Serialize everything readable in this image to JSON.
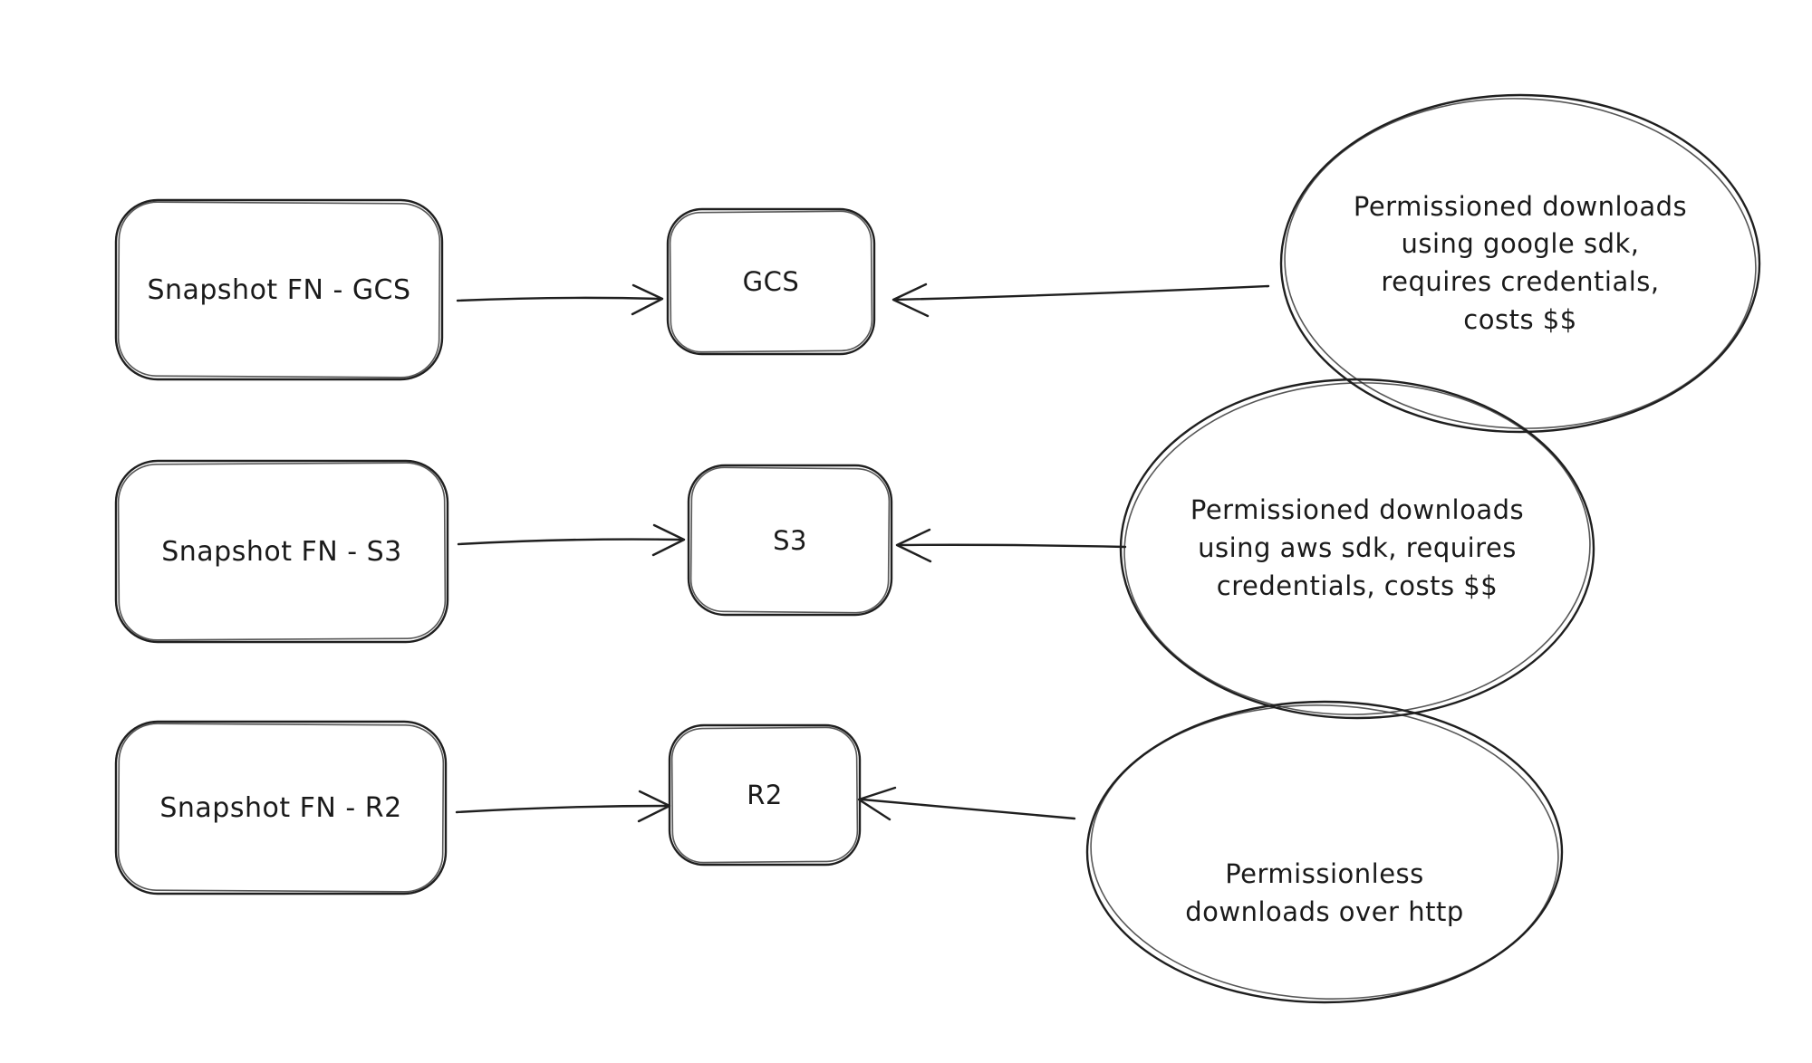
{
  "colors": {
    "background": "#ffffff",
    "stroke": "#1f1f1f",
    "text": "#1a1a1a"
  },
  "diagram": {
    "rows": [
      {
        "source_label": "Snapshot FN - GCS",
        "target_label": "GCS",
        "note_label": "Permissioned downloads\nusing google sdk,\nrequires credentials,\ncosts $$"
      },
      {
        "source_label": "Snapshot FN - S3",
        "target_label": "S3",
        "note_label": "Permissioned downloads\nusing aws sdk, requires\ncredentials, costs $$"
      },
      {
        "source_label": "Snapshot FN - R2",
        "target_label": "R2",
        "note_label": "Permissionless\ndownloads over http"
      }
    ]
  }
}
